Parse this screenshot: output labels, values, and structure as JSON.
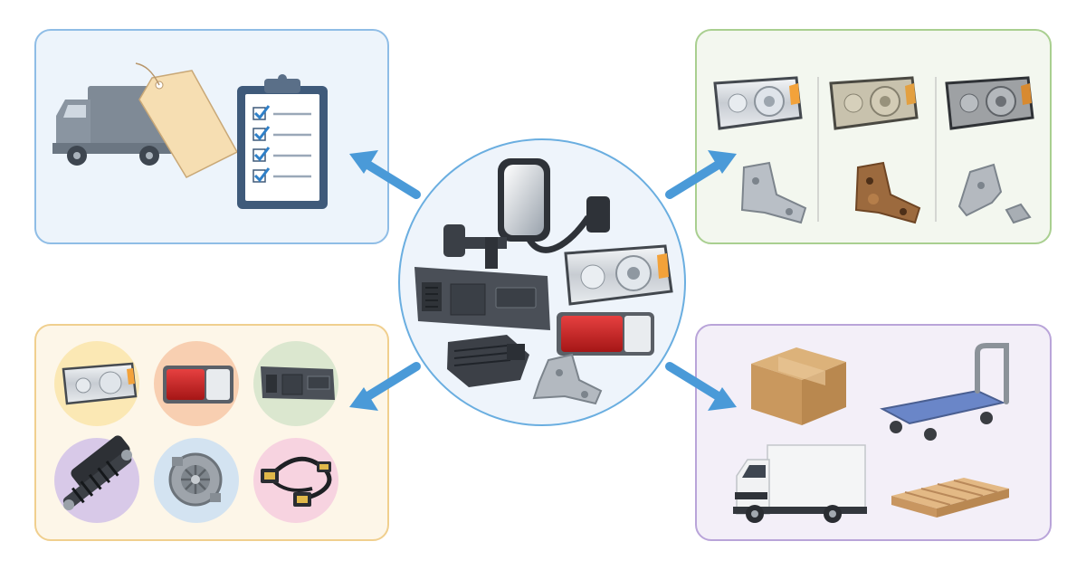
{
  "diagram": {
    "hub": {
      "name": "auto-parts-collection",
      "items": [
        "side-mirror",
        "dashboard-panel",
        "headlight",
        "tail-light",
        "ecu-module",
        "bracket"
      ]
    },
    "panels": [
      {
        "id": "order-inspection",
        "items": [
          "delivery-truck",
          "price-tag",
          "checklist-clipboard"
        ]
      },
      {
        "id": "condition-grading",
        "items": [
          "headlight-new",
          "headlight-used",
          "headlight-worn",
          "bracket-new",
          "bracket-rusty",
          "bracket-broken"
        ]
      },
      {
        "id": "part-categories",
        "items": [
          "headlight",
          "tail-light",
          "dashboard-panel",
          "shock-absorber",
          "alternator",
          "wiring-harness"
        ]
      },
      {
        "id": "shipping-logistics",
        "items": [
          "cardboard-box",
          "platform-trolley",
          "box-truck",
          "wooden-pallet"
        ]
      }
    ],
    "colors": {
      "panel_blue": "#8fbde6",
      "panel_green": "#a9cf90",
      "panel_orange": "#f0cf8e",
      "panel_purple": "#b9a4d9",
      "arrow": "#4a9ad8",
      "checkmark": "#2f80c8"
    }
  }
}
